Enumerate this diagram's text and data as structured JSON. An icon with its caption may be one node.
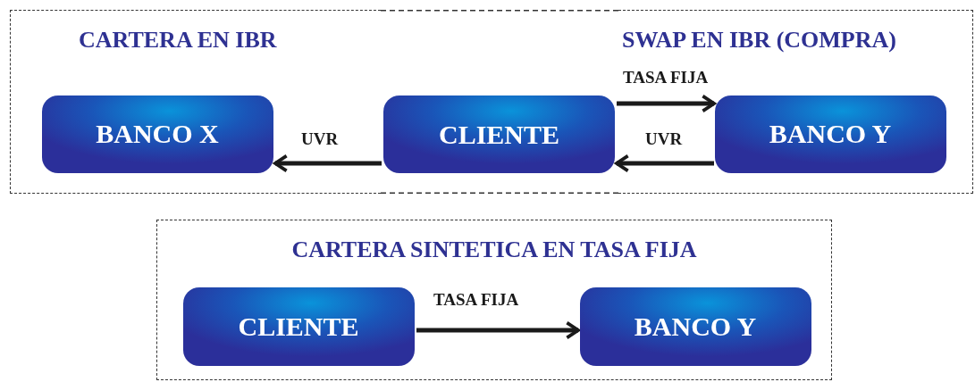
{
  "diagram": {
    "nodes": [
      {
        "text": [
          "CARTERA EN IBR"
        ]
      },
      {
        "text": [
          "BANCO X"
        ],
        "in": 0
      },
      {
        "text": [
          "CLIENTE"
        ]
      },
      {
        "text": [
          "SWAP EN IBR (COMPRA)"
        ]
      },
      {
        "text": [
          "BANCO Y"
        ],
        "in": 3
      },
      {
        "text": [
          "CARTERA SINTETICA EN TASA FIJA"
        ]
      },
      {
        "text": [
          "CLIENTE"
        ],
        "in": 5
      },
      {
        "text": [
          "BANCO Y"
        ],
        "in": 5
      }
    ],
    "edges": [
      {
        "from": 2,
        "to": 1,
        "arrow": "to",
        "label": "UVR"
      },
      {
        "from": 2,
        "to": 4,
        "arrow": "to",
        "label": "TASA FIJA"
      },
      {
        "from": 4,
        "to": 2,
        "arrow": "to",
        "label": "UVR"
      },
      {
        "from": 6,
        "to": 7,
        "arrow": "to",
        "label": "TASA FIJA"
      }
    ]
  }
}
